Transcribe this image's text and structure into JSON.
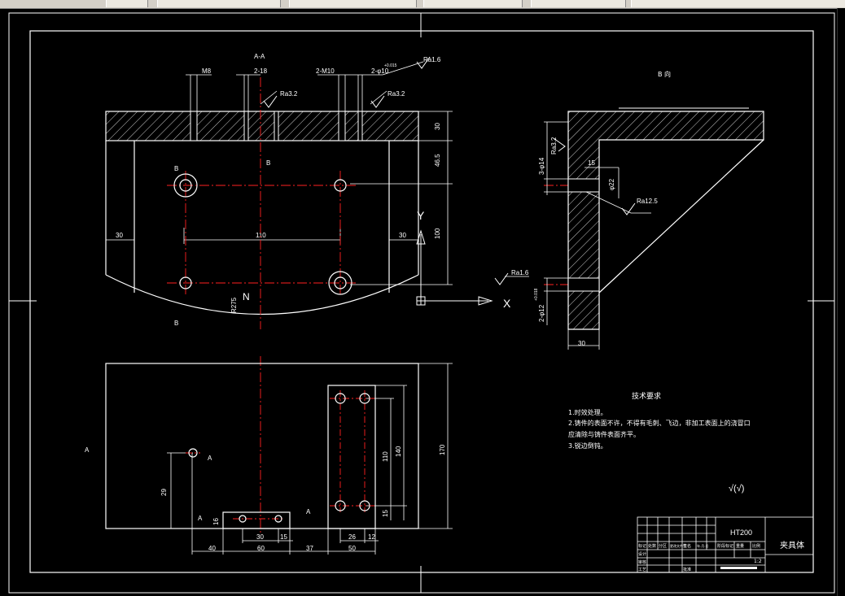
{
  "toolbar": {
    "tabs": [
      "",
      "",
      "",
      "",
      "",
      ""
    ]
  },
  "colors": {
    "background": "#000000",
    "line": "#ffffff",
    "center_line": "#ff2020",
    "hatch": "#ffffff"
  },
  "drawing": {
    "section_aa_label": "A-A",
    "view_b_label": "B 向",
    "dims_top": {
      "d1": "M8",
      "d2": "2-18",
      "d3": "2-M10",
      "d4": "2-φ10",
      "tol": "+0.015",
      "ra1": "Ra1.6",
      "ra2": "Ra3.2",
      "ra3": "Ra3.2"
    },
    "dims_front": {
      "left30": "30",
      "right30": "30",
      "hole_span": "110",
      "h30": "30",
      "h46": "46.5",
      "h100": "100",
      "r": "R275",
      "b_top": "B",
      "b_bottom": "B",
      "b_center": "B",
      "x_axis": "X",
      "y_axis": "Y",
      "n_label": "N"
    },
    "dims_side": {
      "ra32": "Ra3.2",
      "ra125": "Ra12.5",
      "ra16": "Ra1.6",
      "d_phi": "3-φ14",
      "d15": "15",
      "d_phi2": "φ22",
      "d_phi3": "2-φ12",
      "tol": "+0.018",
      "w30": "30"
    },
    "dims_plan": {
      "a_left": "A",
      "a_pt": "A",
      "a_bottom1": "A",
      "a_bottom2": "A",
      "v29": "29",
      "v16": "16",
      "b40": "40",
      "b60": "60",
      "b37": "37",
      "b50": "50",
      "c30": "30",
      "c15": "15",
      "r26": "26",
      "r12": "12",
      "r110": "110",
      "r140": "140",
      "r15": "15",
      "r170": "170"
    },
    "tech_req": {
      "title": "技术要求",
      "lines": [
        "1.时效处理。",
        "2.铸件的表面不许，不得有毛刺、飞边，非加工表面上的浇冒口",
        "应清除与铸件表面齐平。",
        "3.锐边倒钝。"
      ],
      "roughness": "√(√)"
    },
    "title_block": {
      "material": "HT200",
      "part_name": "夹具体",
      "scale": "1:2",
      "row1": [
        "标记",
        "处数",
        "分区",
        "更改文件号",
        "签名",
        "年.月.日"
      ],
      "row_designer": "设计",
      "row_check": "审核",
      "row_craft": "工艺",
      "row_approve": "批准",
      "stage_label": "阶段标记",
      "weight_label": "重量",
      "scale_label": "比例"
    }
  }
}
